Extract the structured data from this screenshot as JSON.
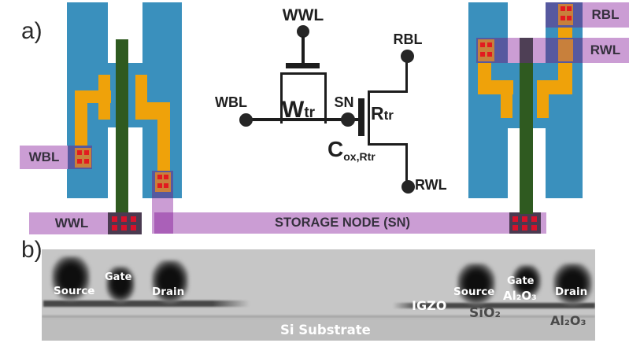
{
  "palette": {
    "blue": "#3a90bd",
    "yellow": "#efa20a",
    "green": "#2f5a20",
    "light_purple": "#cb9dd4",
    "mid_purple": "#aa60b8",
    "slate_overlap": "#56599f",
    "orange_overlap": "#c8803c",
    "dark_overlap": "#4e3f55",
    "contact_dark": "#4a3a50",
    "red_via": "#e21a1f",
    "tem_gray": "#c6c6c6"
  },
  "panel_a": {
    "label": "a)",
    "storage_node_label": "STORAGE NODE (SN)",
    "left_device": {
      "wbl_label": "WBL",
      "wwl_label": "WWL"
    },
    "right_device": {
      "rbl_label": "RBL",
      "rwl_label": "RWL"
    },
    "circuit": {
      "wwl_label": "WWL",
      "wbl_label": "WBL",
      "sn_label": "SN",
      "rbl_label": "RBL",
      "rwl_label": "RWL",
      "write_tr_main": "W",
      "write_tr_sub": "tr",
      "read_tr_main": "R",
      "read_tr_sub": "tr",
      "cap_main": "C",
      "cap_sub": "ox,Rtr"
    }
  },
  "panel_b": {
    "label": "b)",
    "left_labels": {
      "source": "Source",
      "gate": "Gate",
      "drain": "Drain"
    },
    "right_labels": {
      "igzo": "IGZO",
      "source": "Source",
      "sio2": "SiO₂",
      "gate": "Gate",
      "al2o3_gate": "Al₂O₃",
      "drain": "Drain",
      "al2o3_drain": "Al₂O₃"
    },
    "substrate_label": "Si Substrate"
  }
}
